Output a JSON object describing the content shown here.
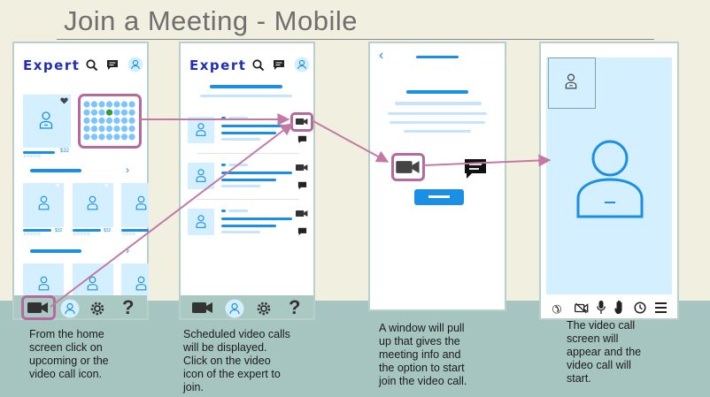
{
  "title": "Join a Meeting - Mobile",
  "app": {
    "logo": "Expert"
  },
  "screen1": {
    "price": "$32",
    "caption": [
      "From the home",
      "screen click on",
      "upcoming or the",
      "video call icon."
    ]
  },
  "screen2": {
    "caption": [
      "Scheduled video calls",
      "will be displayed.",
      "Click on the video",
      "icon of the expert to",
      "join."
    ]
  },
  "screen3": {
    "back_glyph": "‹",
    "caption": [
      "A window will pull",
      "up that gives the",
      "meeting info and",
      "the option to start",
      "join the video call."
    ]
  },
  "screen4": {
    "caption": [
      "The video call",
      "screen will",
      "appear and the",
      "video call will",
      "start."
    ]
  },
  "colors": {
    "background": "#f1efe0",
    "band": "#a6c5c0",
    "brand": "#1e2fb5",
    "accent_blue": "#1a8fe3",
    "light_blue": "#d4efff",
    "highlight": "#b56a9e",
    "arrow": "#c27aa5"
  },
  "icons": [
    "search-icon",
    "chat-icon",
    "profile-icon",
    "heart-icon",
    "calendar-icon",
    "video-camera-icon",
    "gear-icon",
    "help-icon",
    "back-icon",
    "hang-up-icon",
    "camera-off-icon",
    "microphone-icon",
    "raise-hand-icon",
    "clock-icon",
    "menu-icon",
    "person-icon"
  ]
}
